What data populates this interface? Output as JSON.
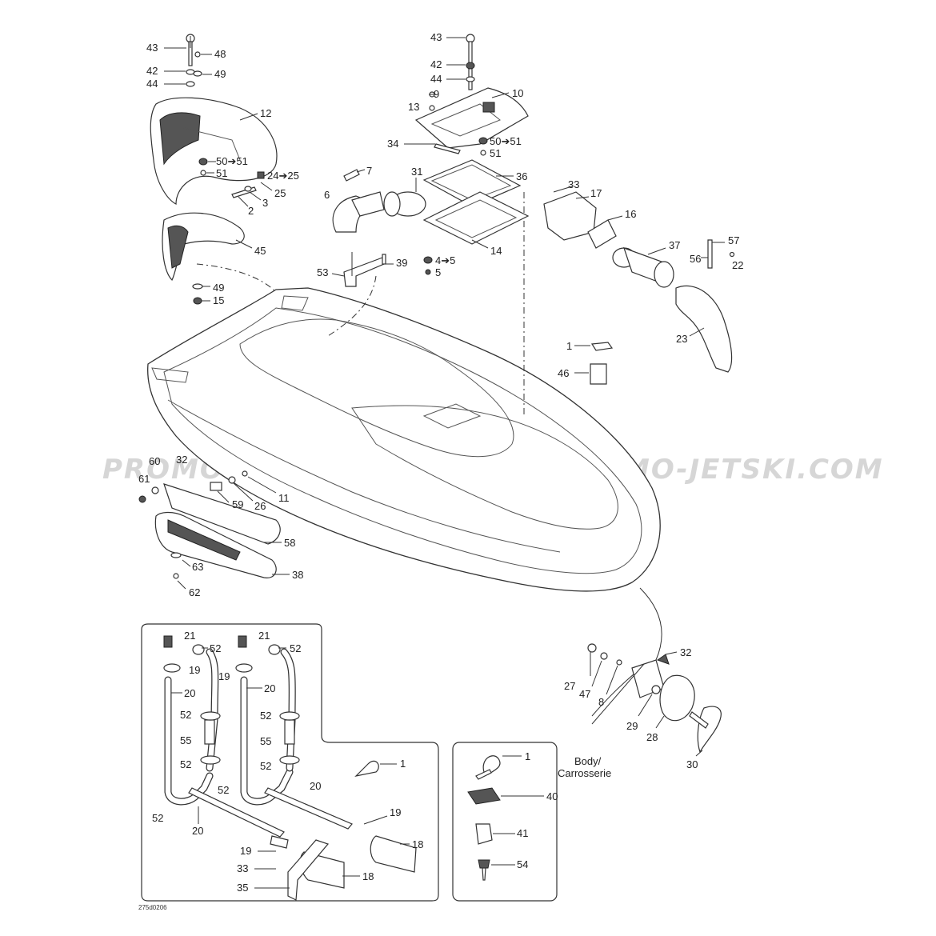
{
  "watermark": "PROMO-JETSKI.COM",
  "diagram_code": "275d0206",
  "body_label": "Body/",
  "body_label_fr": "Carrosserie",
  "labels": [
    {
      "id": "l43a",
      "text": "43"
    },
    {
      "id": "l48",
      "text": "48"
    },
    {
      "id": "l42a",
      "text": "42"
    },
    {
      "id": "l49a",
      "text": "49"
    },
    {
      "id": "l44a",
      "text": "44"
    },
    {
      "id": "l12",
      "text": "12"
    },
    {
      "id": "l5051a",
      "text": "50➔51"
    },
    {
      "id": "l51a",
      "text": "51"
    },
    {
      "id": "l2425",
      "text": "24➔25"
    },
    {
      "id": "l25",
      "text": "25"
    },
    {
      "id": "l3",
      "text": "3"
    },
    {
      "id": "l2",
      "text": "2"
    },
    {
      "id": "l45",
      "text": "45"
    },
    {
      "id": "l49b",
      "text": "49"
    },
    {
      "id": "l15",
      "text": "15"
    },
    {
      "id": "l43b",
      "text": "43"
    },
    {
      "id": "l42b",
      "text": "42"
    },
    {
      "id": "l44b",
      "text": "44"
    },
    {
      "id": "l9",
      "text": "9"
    },
    {
      "id": "l10",
      "text": "10"
    },
    {
      "id": "l13",
      "text": "13"
    },
    {
      "id": "l34",
      "text": "34"
    },
    {
      "id": "l5051b",
      "text": "50➔51"
    },
    {
      "id": "l51b",
      "text": "51"
    },
    {
      "id": "l7",
      "text": "7"
    },
    {
      "id": "l31",
      "text": "31"
    },
    {
      "id": "l36",
      "text": "36"
    },
    {
      "id": "l6",
      "text": "6"
    },
    {
      "id": "l14",
      "text": "14"
    },
    {
      "id": "l39",
      "text": "39"
    },
    {
      "id": "l53",
      "text": "53"
    },
    {
      "id": "l45b",
      "text": "4➔5"
    },
    {
      "id": "l5",
      "text": "5"
    },
    {
      "id": "l33a",
      "text": "33"
    },
    {
      "id": "l17",
      "text": "17"
    },
    {
      "id": "l16",
      "text": "16"
    },
    {
      "id": "l37",
      "text": "37"
    },
    {
      "id": "l57",
      "text": "57"
    },
    {
      "id": "l56",
      "text": "56"
    },
    {
      "id": "l22",
      "text": "22"
    },
    {
      "id": "l23",
      "text": "23"
    },
    {
      "id": "l1a",
      "text": "1"
    },
    {
      "id": "l46",
      "text": "46"
    },
    {
      "id": "l60",
      "text": "60"
    },
    {
      "id": "l32a",
      "text": "32"
    },
    {
      "id": "l61",
      "text": "61"
    },
    {
      "id": "l59",
      "text": "59"
    },
    {
      "id": "l26",
      "text": "26"
    },
    {
      "id": "l11",
      "text": "11"
    },
    {
      "id": "l58",
      "text": "58"
    },
    {
      "id": "l63",
      "text": "63"
    },
    {
      "id": "l38",
      "text": "38"
    },
    {
      "id": "l62",
      "text": "62"
    },
    {
      "id": "l21a",
      "text": "21"
    },
    {
      "id": "l52a",
      "text": "52"
    },
    {
      "id": "l19a",
      "text": "19"
    },
    {
      "id": "l20a",
      "text": "20"
    },
    {
      "id": "l52b",
      "text": "52"
    },
    {
      "id": "l55a",
      "text": "55"
    },
    {
      "id": "l52c",
      "text": "52"
    },
    {
      "id": "l21b",
      "text": "21"
    },
    {
      "id": "l52d",
      "text": "52"
    },
    {
      "id": "l19b",
      "text": "19"
    },
    {
      "id": "l20b",
      "text": "20"
    },
    {
      "id": "l52e",
      "text": "52"
    },
    {
      "id": "l55b",
      "text": "55"
    },
    {
      "id": "l52f",
      "text": "52"
    },
    {
      "id": "l20c",
      "text": "20"
    },
    {
      "id": "l52g",
      "text": "52"
    },
    {
      "id": "l1b",
      "text": "1"
    },
    {
      "id": "l52h",
      "text": "52"
    },
    {
      "id": "l20d",
      "text": "20"
    },
    {
      "id": "l19c",
      "text": "19"
    },
    {
      "id": "l18a",
      "text": "18"
    },
    {
      "id": "l19d",
      "text": "19"
    },
    {
      "id": "l33b",
      "text": "33"
    },
    {
      "id": "l18b",
      "text": "18"
    },
    {
      "id": "l35",
      "text": "35"
    },
    {
      "id": "l1c",
      "text": "1"
    },
    {
      "id": "l40",
      "text": "40"
    },
    {
      "id": "l41",
      "text": "41"
    },
    {
      "id": "l54",
      "text": "54"
    },
    {
      "id": "l32b",
      "text": "32"
    },
    {
      "id": "l27",
      "text": "27"
    },
    {
      "id": "l47",
      "text": "47"
    },
    {
      "id": "l8",
      "text": "8"
    },
    {
      "id": "l29",
      "text": "29"
    },
    {
      "id": "l28",
      "text": "28"
    },
    {
      "id": "l30",
      "text": "30"
    }
  ]
}
